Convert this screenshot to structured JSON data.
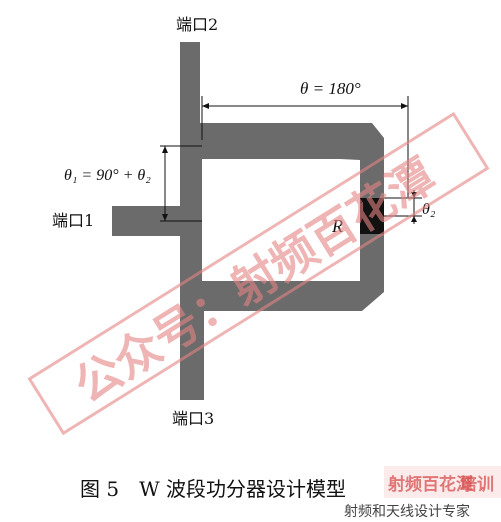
{
  "ports": {
    "p1": "端口1",
    "p2": "端口2",
    "p3": "端口3"
  },
  "annotations": {
    "theta_main": "θ = 180°",
    "theta1": "θ₁ = 90° + θ₂",
    "theta2": "θ₂",
    "resistor": "R"
  },
  "caption": "图 5　W 波段功分器设计模型",
  "watermark": {
    "main": "公众号：射频百花潭",
    "corner_brand": "射频百花潭",
    "corner_brand2": "培训",
    "corner_sub": "射频和天线设计专家"
  },
  "colors": {
    "strip": "#6b6b6b",
    "resistor": "#111111",
    "watermark": "#e58585",
    "brand": "#d94f4f"
  }
}
